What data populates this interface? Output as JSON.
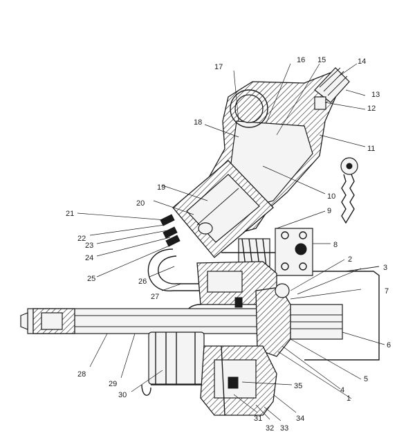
{
  "callouts": [
    {
      "id": "1",
      "text": "1"
    },
    {
      "id": "2",
      "text": "2"
    },
    {
      "id": "3",
      "text": "3"
    },
    {
      "id": "4",
      "text": "4"
    },
    {
      "id": "5",
      "text": "5"
    },
    {
      "id": "6",
      "text": "6"
    },
    {
      "id": "7",
      "text": "7"
    },
    {
      "id": "8",
      "text": "8"
    },
    {
      "id": "9",
      "text": "9"
    },
    {
      "id": "10",
      "text": "10"
    },
    {
      "id": "11",
      "text": "11"
    },
    {
      "id": "12",
      "text": "12"
    },
    {
      "id": "13",
      "text": "13"
    },
    {
      "id": "14",
      "text": "14"
    },
    {
      "id": "15",
      "text": "15"
    },
    {
      "id": "16",
      "text": "16"
    },
    {
      "id": "17",
      "text": "17"
    },
    {
      "id": "18",
      "text": "18"
    },
    {
      "id": "19",
      "text": "19"
    },
    {
      "id": "20",
      "text": "20"
    },
    {
      "id": "21",
      "text": "21"
    },
    {
      "id": "22",
      "text": "22"
    },
    {
      "id": "23",
      "text": "23"
    },
    {
      "id": "24",
      "text": "24"
    },
    {
      "id": "25",
      "text": "25"
    },
    {
      "id": "26",
      "text": "26"
    },
    {
      "id": "27",
      "text": "27"
    },
    {
      "id": "28",
      "text": "28"
    },
    {
      "id": "29",
      "text": "29"
    },
    {
      "id": "30",
      "text": "30"
    },
    {
      "id": "31",
      "text": "31"
    },
    {
      "id": "32",
      "text": "32"
    },
    {
      "id": "33",
      "text": "33"
    },
    {
      "id": "34",
      "text": "34"
    },
    {
      "id": "35",
      "text": "35"
    }
  ]
}
